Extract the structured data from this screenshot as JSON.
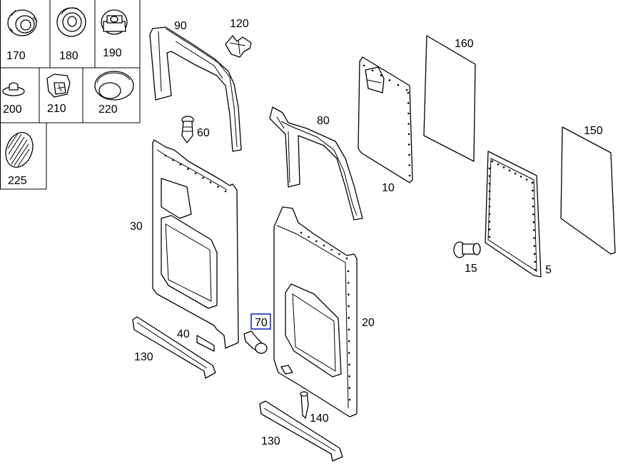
{
  "parts": [
    {
      "id": "170",
      "label": "170"
    },
    {
      "id": "180",
      "label": "180"
    },
    {
      "id": "190",
      "label": "190"
    },
    {
      "id": "200",
      "label": "200"
    },
    {
      "id": "210",
      "label": "210"
    },
    {
      "id": "220",
      "label": "220"
    },
    {
      "id": "225",
      "label": "225"
    },
    {
      "id": "90",
      "label": "90"
    },
    {
      "id": "120",
      "label": "120"
    },
    {
      "id": "160",
      "label": "160"
    },
    {
      "id": "150",
      "label": "150"
    },
    {
      "id": "80",
      "label": "80"
    },
    {
      "id": "60",
      "label": "60"
    },
    {
      "id": "10",
      "label": "10"
    },
    {
      "id": "30",
      "label": "30"
    },
    {
      "id": "15",
      "label": "15"
    },
    {
      "id": "5",
      "label": "5"
    },
    {
      "id": "70",
      "label": "70"
    },
    {
      "id": "20",
      "label": "20"
    },
    {
      "id": "40",
      "label": "40"
    },
    {
      "id": "130a",
      "label": "130"
    },
    {
      "id": "140",
      "label": "140"
    },
    {
      "id": "130b",
      "label": "130"
    }
  ],
  "selected_part": "70",
  "colors": {
    "line": "#000000",
    "background": "#ffffff",
    "selection": "#1a2fb5"
  }
}
